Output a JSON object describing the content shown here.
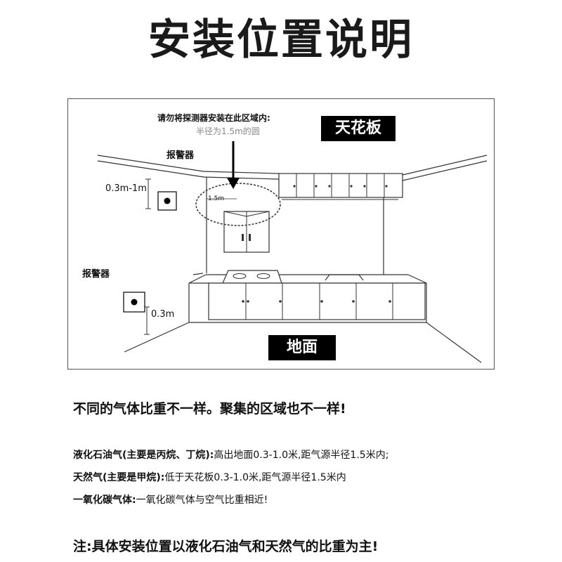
{
  "title": "安装位置说明",
  "diagram": {
    "warning_text": "请勿将探测器安装在此区域内:",
    "warning_sub": "半径为1.5m的圆",
    "ceiling_label": "天花板",
    "floor_label": "地面",
    "alarm_label_top": "报警器",
    "alarm_label_bottom": "报警器",
    "dim_top": "0.3m-1m",
    "dim_bottom": "0.3m",
    "dim_radius": "1.5m"
  },
  "info": {
    "heading": "不同的气体比重不一样。聚集的区域也不一样!",
    "lpg_name": "液化石油气(主要是丙烷、丁烷):",
    "lpg_desc": "高出地面0.3-1.0米,距气源半径1.5米内;",
    "ng_name": "天然气(主要是甲烷):",
    "ng_desc": "低于天花板0.3-1.0米,距气源半径1.5米内",
    "co_name": "一氧化碳气体:",
    "co_desc": "一氧化碳气体与空气比重相近!",
    "note": "注:具体安装位置以液化石油气和天然气的比重为主!"
  }
}
